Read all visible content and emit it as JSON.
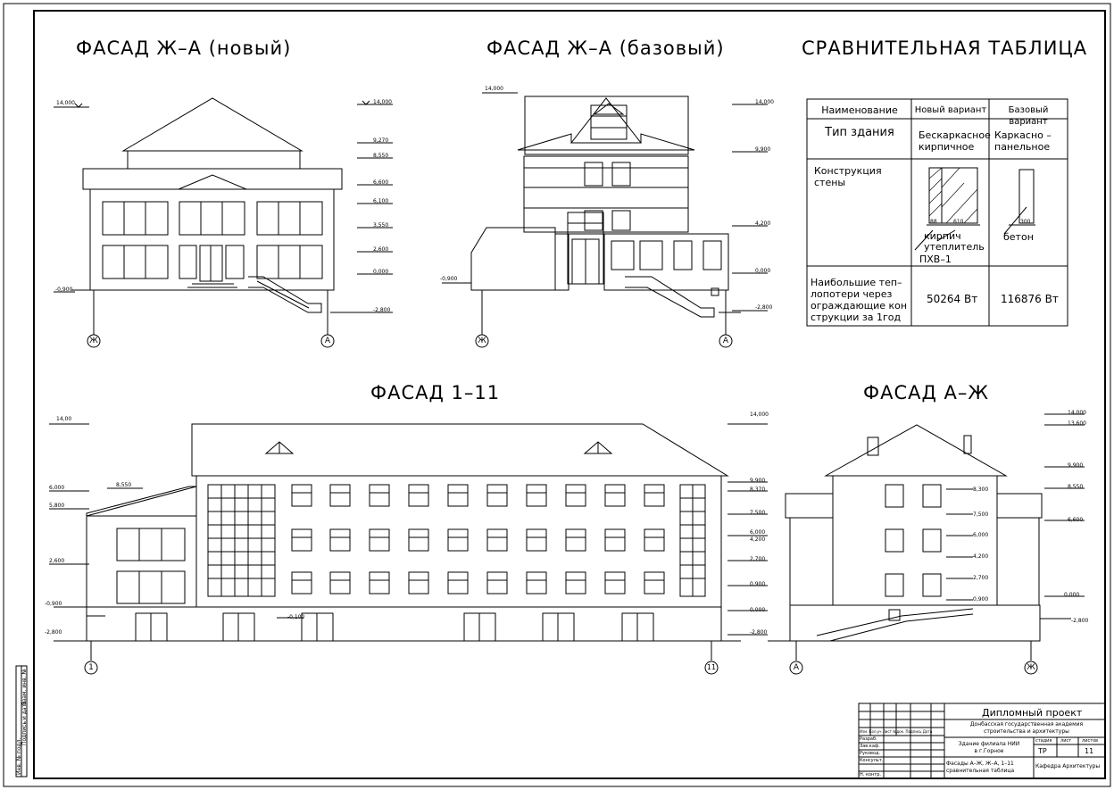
{
  "titles": {
    "facade_new": "ФАСАД Ж–А (новый)",
    "facade_base": "ФАСАД Ж–А (базовый)",
    "comparison": "СРАВНИТЕЛЬНАЯ ТАБЛИЦА",
    "facade_1_11": "ФАСАД 1–11",
    "facade_a_zh": "ФАСАД А–Ж"
  },
  "table": {
    "headers": [
      "Наименование",
      "Новый вариант",
      "Базовый вариант"
    ],
    "rows": [
      {
        "name": "Тип здания",
        "new": "Бескаркасное\nкирпичное",
        "base": "Каркасно –\nпанельное"
      },
      {
        "name": "Конструкция\nстены",
        "new": "",
        "base": ""
      },
      {
        "name": "Наибольшие теп–\nлопотери через\nограждающие кон\nструкции за 1год",
        "new": "50264 Вт",
        "base": "116876 Вт"
      }
    ],
    "wall_labels": {
      "new_dim1": "88",
      "new_dim2": "610",
      "new_brick": "кирпич",
      "new_insul": "утеплитель",
      "new_brand": "ПХВ–1",
      "base_dim": "300",
      "base_mat": "бетон"
    }
  },
  "levels": {
    "new": [
      "14,000",
      "14,000",
      "9,270",
      "8,550",
      "6,600",
      "6,100",
      "3,550",
      "2,600",
      "0,000",
      "-0,900",
      "-2,800"
    ],
    "base": [
      "14,000",
      "14,000",
      "9,900",
      "4,200",
      "0,000",
      "-0,900",
      "-2,800"
    ],
    "f111_left": [
      "14,00",
      "8,550",
      "6,000",
      "5,800",
      "2,600",
      "-0,900",
      "-2,800"
    ],
    "f111_right": [
      "14,000",
      "9,900",
      "8,370",
      "7,500",
      "6,000",
      "4,200",
      "2,700",
      "0,900",
      "0,000",
      "-0,100",
      "-2,800"
    ],
    "faz_right": [
      "14,000",
      "13,600",
      "9,900",
      "8,550",
      "6,600",
      "0,000",
      "-2,800"
    ],
    "faz_inner": [
      "8,300",
      "7,500",
      "6,000",
      "4,200",
      "2,700",
      "0,900"
    ]
  },
  "axes": {
    "zh": "Ж",
    "a": "А",
    "one": "1",
    "eleven": "11"
  },
  "stamp": {
    "project": "Дипломный проект",
    "org": "Донбасская государственная академия\nстроительства и архитектуры",
    "building": "Здание филиала НИИ\nв г.Горное",
    "sheet_title": "Фасады А–Ж, Ж–А, 1–11\nсравнительная таблица",
    "dept": "Кафедра Архитектуры",
    "stage_h": "стадия",
    "sheet_h": "лист",
    "sheets_h": "листов",
    "stage": "ТР",
    "sheets": "11",
    "roles": [
      "Разраб.",
      "Зав.каф.",
      "Руковод.",
      "Консульт.",
      "",
      "Н. контр."
    ],
    "cols": "Изм. Кол.уч Лист №док. Подпись Дата"
  },
  "margin": {
    "inv": "Инв. № подл.",
    "sign": "Подпись и дата",
    "repl": "Взам. инв. №"
  }
}
